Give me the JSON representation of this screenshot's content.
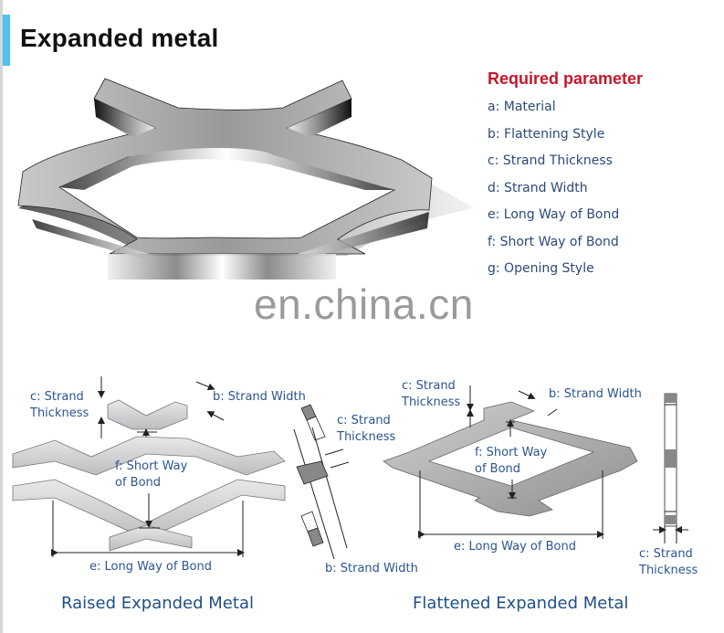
{
  "header": {
    "title": "Expanded metal",
    "accent_color": "#4fc0f0"
  },
  "parameters": {
    "heading": "Required parameter",
    "heading_color": "#c4182c",
    "items": [
      "a: Material",
      "b: Flattening Style",
      "c: Strand Thickness",
      "d: Strand Width",
      "e: Long Way of Bond",
      "f: Short Way of Bond",
      "g: Opening Style"
    ]
  },
  "watermark": "en.china.cn",
  "raised_diagram": {
    "caption": "Raised Expanded Metal",
    "labels": {
      "strand_thickness_line1": "c: Strand",
      "strand_thickness_line2": "Thickness",
      "strand_width": "b: Strand Width",
      "short_way_line1": "f: Short Way",
      "short_way_line2": "of Bond",
      "long_way": "e: Long Way of Bond",
      "side_thickness_line1": "c: Strand",
      "side_thickness_line2": "Thickness",
      "side_width": "b: Strand Width"
    }
  },
  "flattened_diagram": {
    "caption": "Flattened Expanded Metal",
    "labels": {
      "strand_thickness_line1": "c: Strand",
      "strand_thickness_line2": "Thickness",
      "strand_width": "b: Strand Width",
      "short_way_line1": "f: Short Way",
      "short_way_line2": "of Bond",
      "long_way": "e: Long Way of Bond",
      "side_thickness_line1": "c: Strand",
      "side_thickness_line2": "Thickness"
    }
  },
  "label_color": "#2a5590"
}
